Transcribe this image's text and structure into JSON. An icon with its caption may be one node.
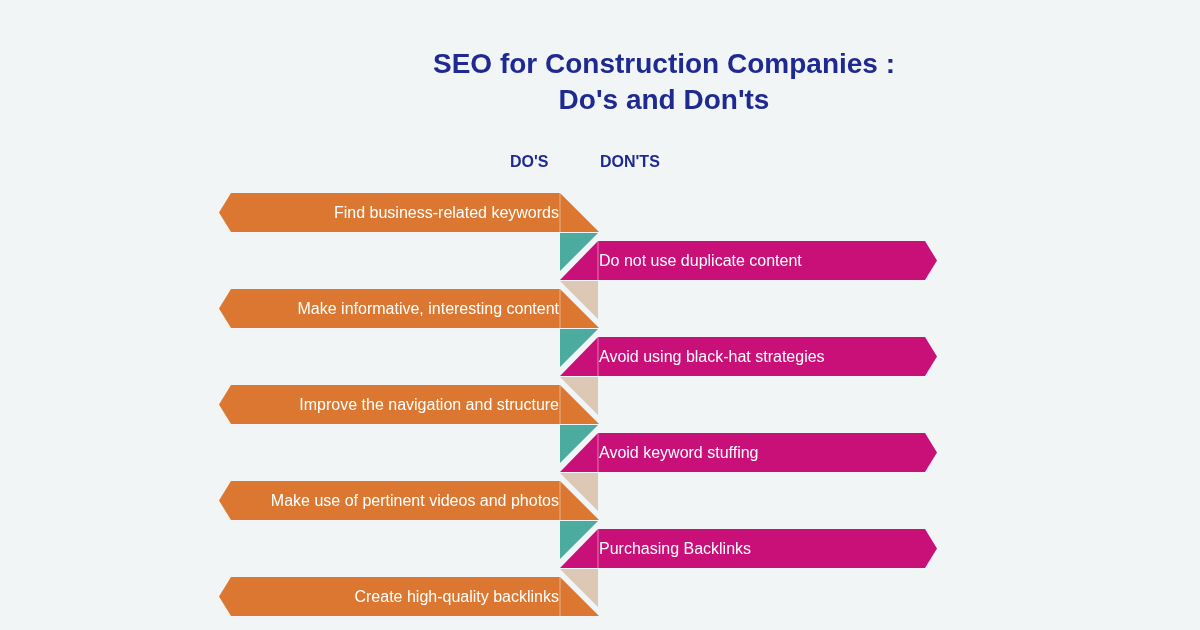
{
  "diagram": {
    "title": "SEO for Construction Companies : Do's and Don'ts",
    "nodes": [
      {
        "text": [
          "Find business-related keywords"
        ]
      },
      {
        "text": [
          "Do not use duplicate content"
        ]
      },
      {
        "text": [
          "Make informative, interesting content"
        ]
      },
      {
        "text": [
          "Avoid using black-hat strategies"
        ]
      },
      {
        "text": [
          "Improve the navigation and structure"
        ]
      },
      {
        "text": [
          "Avoid keyword stuffing"
        ]
      },
      {
        "text": [
          "Make use of pertinent videos and photos"
        ]
      },
      {
        "text": [
          "Purchasing Backlinks"
        ]
      },
      {
        "text": [
          "Create high-quality backlinks"
        ]
      }
    ],
    "labels": [
      "DO'S",
      "DON'TS"
    ]
  }
}
